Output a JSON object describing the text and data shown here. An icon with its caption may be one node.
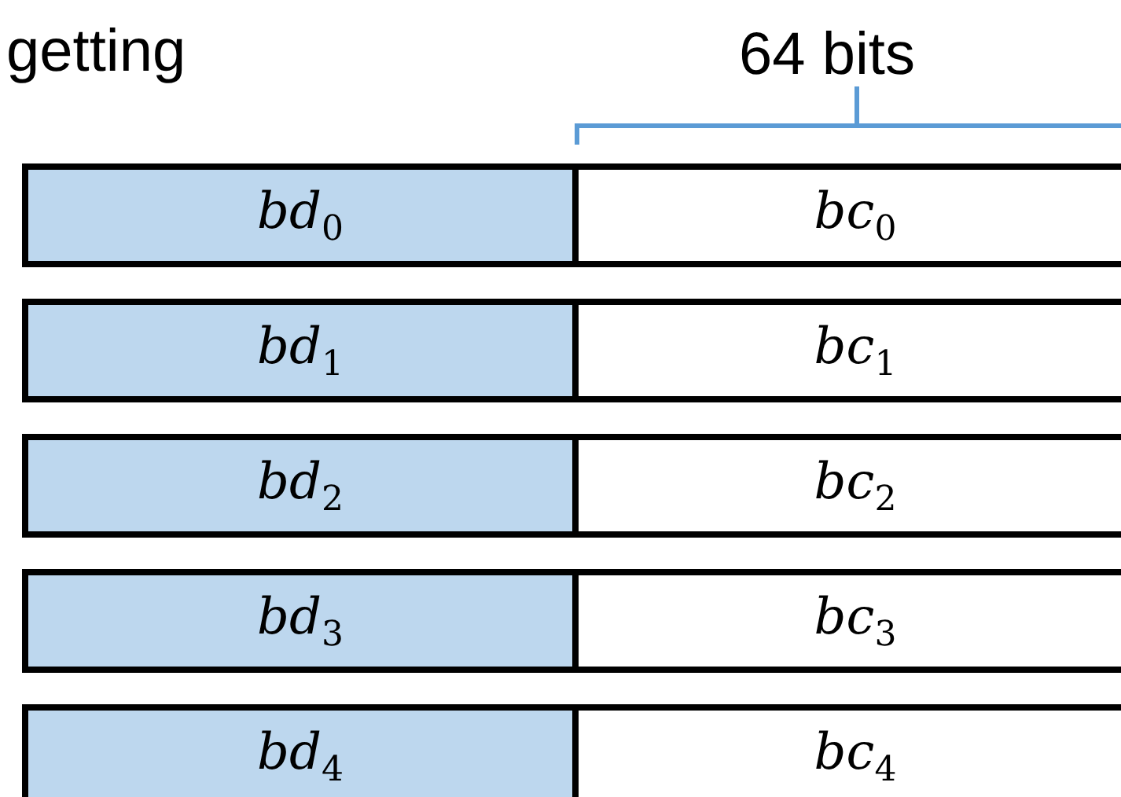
{
  "diagram": {
    "nodes": [
      {
        "text": [
          "*bd*$_{0}$"
        ]
      },
      {
        "text": [
          "*bc*$_{0}$"
        ]
      },
      {
        "text": [
          "*bd*$_{1}$"
        ]
      },
      {
        "text": [
          "*bc*$_{1}$"
        ]
      },
      {
        "text": [
          "*bd*$_{2}$"
        ]
      },
      {
        "text": [
          "*bc*$_{2}$"
        ]
      },
      {
        "text": [
          "*bd*$_{3}$"
        ]
      },
      {
        "text": [
          "*bc*$_{3}$"
        ]
      },
      {
        "text": [
          "*bd*$_{4}$"
        ]
      },
      {
        "text": [
          "*bc*$_{4}$"
        ]
      }
    ],
    "labels": [
      "getting",
      "64 bits"
    ]
  }
}
